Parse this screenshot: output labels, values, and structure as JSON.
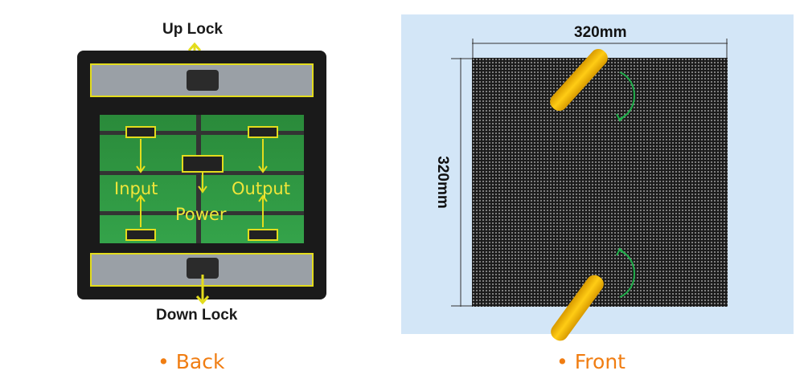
{
  "back": {
    "up_lock_label": "Up Lock",
    "down_lock_label": "Down Lock",
    "input_label": "Input",
    "output_label": "Output",
    "power_label": "Power",
    "caption": "Back"
  },
  "front": {
    "width_label": "320mm",
    "height_label": "320mm",
    "caption": "Front"
  },
  "caption_bullet": "•",
  "colors": {
    "highlight": "#e3dc1d",
    "caption": "#f07d12",
    "front_bg": "#d3e6f7"
  }
}
